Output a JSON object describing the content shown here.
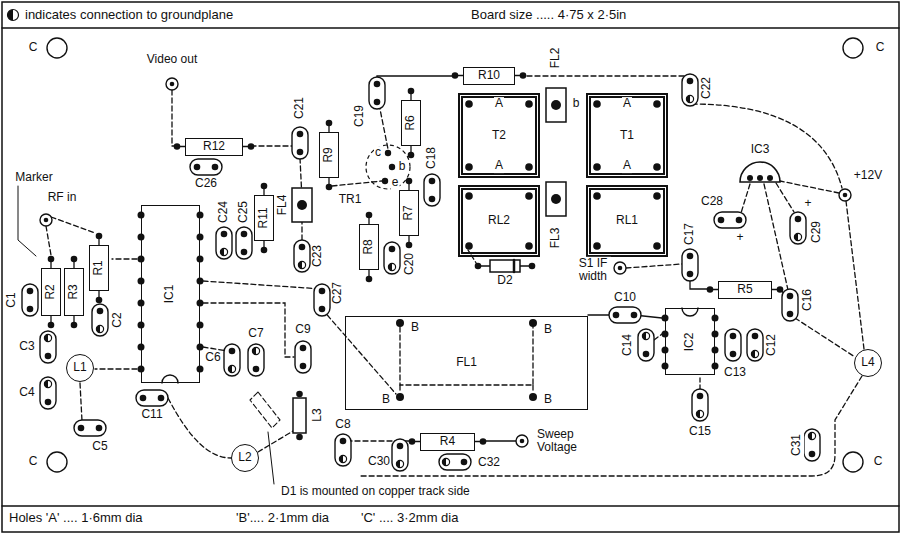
{
  "diagram": {
    "nodes": [
      {
        "text": [
          "R10"
        ]
      },
      {
        "text": [
          "T2"
        ]
      },
      {
        "text": [
          "T1"
        ]
      },
      {
        "text": [
          "R6"
        ]
      },
      {
        "text": [
          "R9"
        ]
      },
      {
        "text": [
          "R12"
        ]
      },
      {
        "text": [
          "RL2"
        ]
      },
      {
        "text": [
          "RL1"
        ]
      },
      {
        "text": [
          "R7"
        ]
      },
      {
        "text": [
          "R11"
        ]
      },
      {
        "text": [
          "IC1"
        ]
      },
      {
        "text": [
          "R8"
        ]
      },
      {
        "text": [
          "R1"
        ]
      },
      {
        "text": [
          "R2"
        ]
      },
      {
        "text": [
          "R3"
        ]
      },
      {
        "text": [
          "R5"
        ]
      },
      {
        "text": [
          "IC2"
        ]
      },
      {
        "text": [
          "FL1"
        ]
      },
      {
        "text": [
          "L4"
        ]
      },
      {
        "text": [
          "L1"
        ]
      },
      {
        "text": [
          "R4"
        ]
      },
      {
        "text": [
          "L2"
        ]
      }
    ],
    "labels": [
      "indicates connection to groundplane",
      "Board size ..... 4·75 x 2·5in",
      "C",
      "Video out",
      "C21",
      "C19",
      "FL2",
      "C22",
      "C",
      "A",
      "A",
      "b",
      "c",
      "b",
      "e",
      "TR1",
      "C26",
      "IC3",
      "+12V",
      "Marker",
      "RF in",
      "C24",
      "C25",
      "FL4",
      "C23",
      "C18",
      "A",
      "A",
      "C28",
      "+",
      "C29",
      "+",
      "C20",
      "FL3",
      "D2",
      "S1 IF width",
      "C17",
      "C1",
      "C2",
      "C27",
      "C10",
      "C16",
      "B",
      "B",
      "C3",
      "C6",
      "C7",
      "C9",
      "C14",
      "C12",
      "C13",
      "C4",
      "C11",
      "L3",
      "B",
      "B",
      "C15",
      "C5",
      "C8",
      "C30",
      "C32",
      "Sweep Voltage",
      "C31",
      "C",
      "C",
      "D1 is mounted on copper track side",
      "Holes 'A' .... 1·6mm dia",
      "'B'.... 2·1mm dia",
      "'C' .... 3·2mm dia"
    ]
  }
}
